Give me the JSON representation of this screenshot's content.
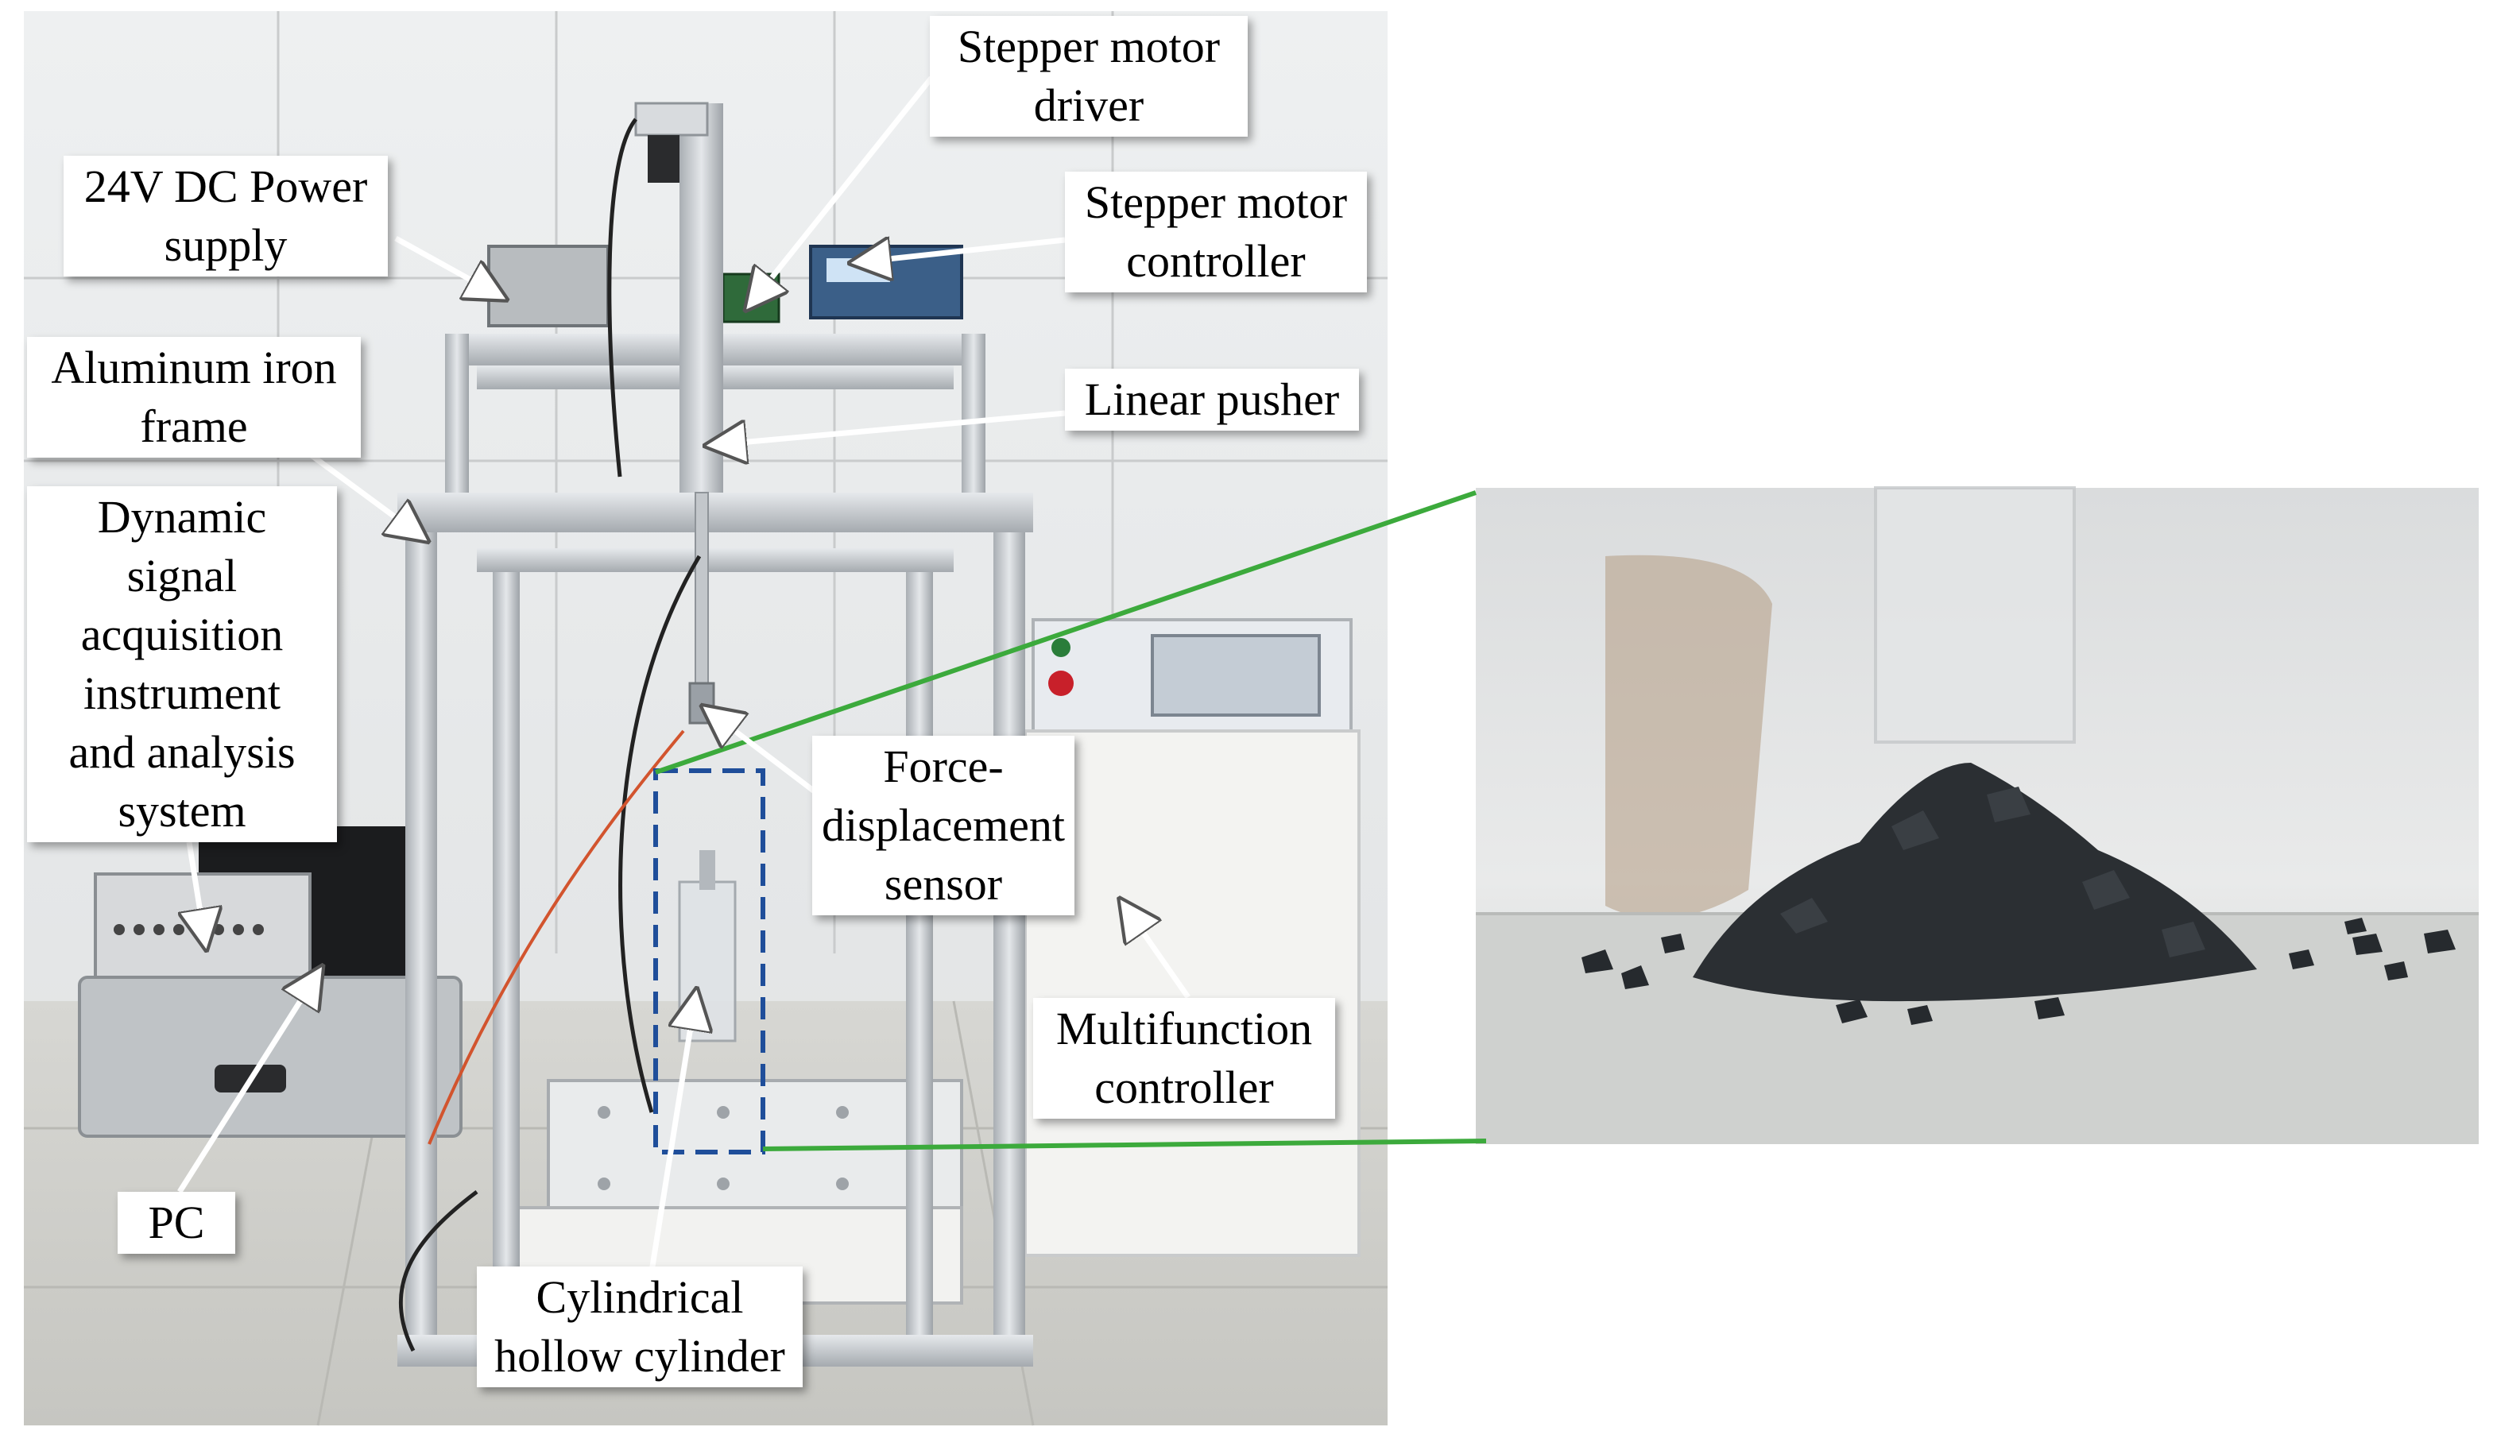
{
  "figure": {
    "labels": {
      "stepper_motor_driver": "Stepper motor\ndriver",
      "power_supply": "24V DC Power\nsupply",
      "stepper_motor_controller": "Stepper motor\ncontroller",
      "aluminum_iron_frame": "Aluminum iron\nframe",
      "linear_pusher": "Linear pusher",
      "dynamic_signal_acquisition": "Dynamic\nsignal\nacquisition\ninstrument\nand analysis\nsystem",
      "force_displacement_sensor": "Force-\ndisplacement\nsensor",
      "multifunction_controller": "Multifunction\ncontroller",
      "pc": "PC",
      "cylindrical_hollow_cylinder": "Cylindrical\nhollow cylinder"
    },
    "colors": {
      "arrow": "#ffffff",
      "zoom_line": "#3caa3c",
      "dashed_box": "#1f4e9a",
      "frame": "#c8ccd0",
      "wall": "#e6e7e8",
      "floor": "#d9d9d6",
      "stone": "#2b2f33"
    }
  }
}
